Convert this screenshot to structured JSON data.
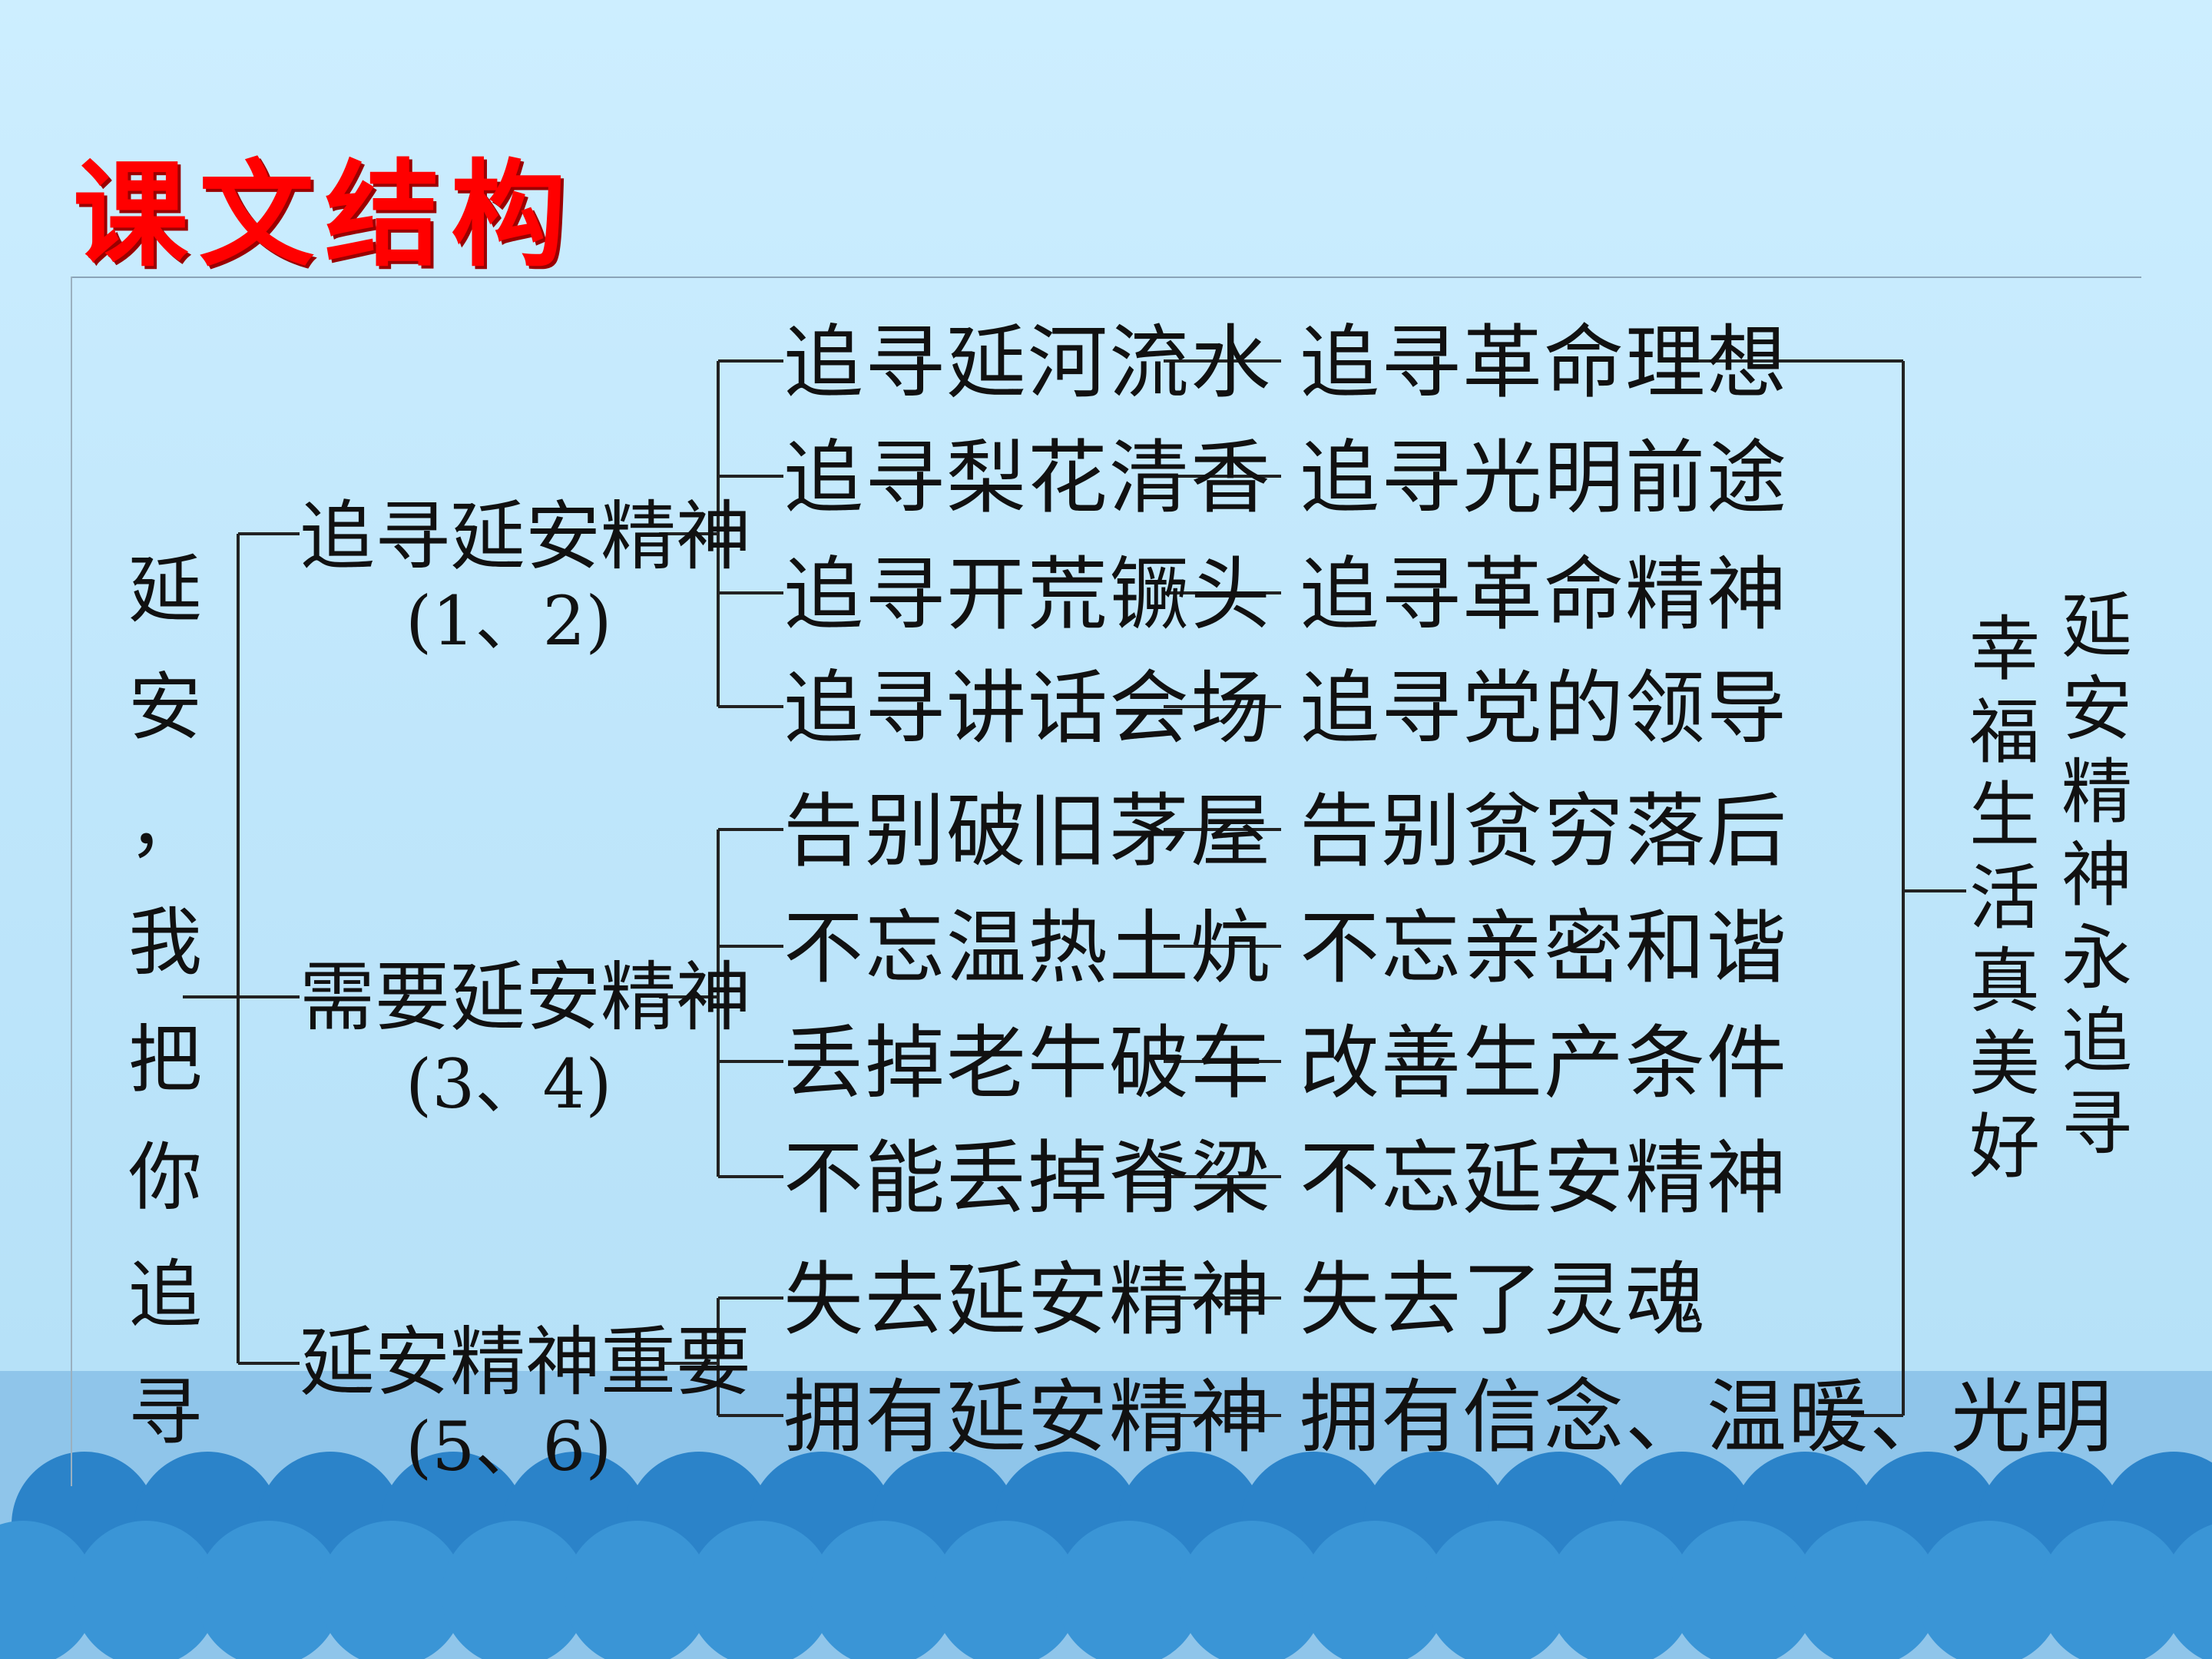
{
  "title": "课文结构",
  "root": [
    "延",
    "安",
    "，",
    "我",
    "把",
    "你",
    "追",
    "寻"
  ],
  "sections": [
    {
      "label": "追寻延安精神",
      "paragraphs": "(1、2)",
      "rows": [
        {
          "left": "追寻延河流水",
          "right": "追寻革命理想"
        },
        {
          "left": "追寻梨花清香",
          "right": "追寻光明前途"
        },
        {
          "left": "追寻开荒镢头",
          "right": "追寻革命精神"
        },
        {
          "left": "追寻讲话会场",
          "right": "追寻党的领导"
        }
      ]
    },
    {
      "label": "需要延安精神",
      "paragraphs": "(3、4)",
      "rows": [
        {
          "left": "告别破旧茅屋",
          "right": "告别贫穷落后"
        },
        {
          "left": "不忘温热土炕",
          "right": "不忘亲密和谐"
        },
        {
          "left": "丢掉老牛破车",
          "right": "改善生产条件"
        },
        {
          "left": "不能丢掉脊梁",
          "right": "不忘延安精神"
        }
      ]
    },
    {
      "label": "延安精神重要",
      "paragraphs": "(5、6)",
      "rows": [
        {
          "left": "失去延安精神",
          "right": "失去了灵魂"
        },
        {
          "left": "拥有延安精神",
          "right": "拥有信念、温暖、光明"
        }
      ]
    }
  ],
  "conclusion": [
    [
      "幸",
      "福",
      "生",
      "活",
      "真",
      "美",
      "好"
    ],
    [
      "延",
      "安",
      "精",
      "神",
      "永",
      "追",
      "寻"
    ]
  ]
}
